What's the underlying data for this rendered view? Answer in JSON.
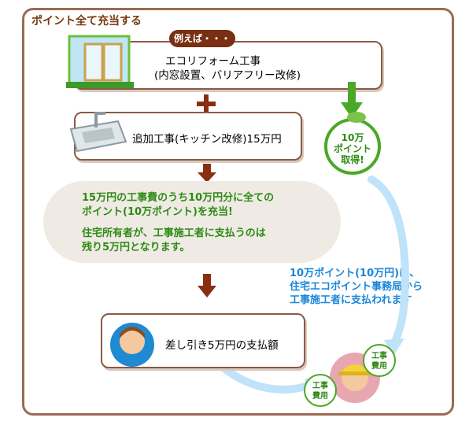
{
  "title": "ポイント全て充当する",
  "example_label": "例えば・・・",
  "step1": {
    "line1": "エコリフォーム工事",
    "line2": "(内窓設置、バリアフリー改修)"
  },
  "step2": {
    "label": "追加工事(キッチン改修)15万円"
  },
  "badge": {
    "line1": "10万",
    "line2": "ポイント",
    "line3": "取得!"
  },
  "explanation": {
    "line1": "15万円の工事費のうち10万円分に全ての",
    "line2": "ポイント(10万ポイント)を充当!",
    "line3": "住宅所有者が、工事施工者に支払うのは",
    "line4": "残り5万円となります。"
  },
  "office_note": {
    "line1": "10万ポイント(10万円)は、",
    "line2": "住宅エコポイント事務局から",
    "line3": "工事施工者に支払われます"
  },
  "result": {
    "label": "差し引き5万円の支払額"
  },
  "cost_badge_1": {
    "line1": "工事",
    "line2": "費用"
  },
  "cost_badge_2": {
    "line1": "工事",
    "line2": "費用"
  }
}
